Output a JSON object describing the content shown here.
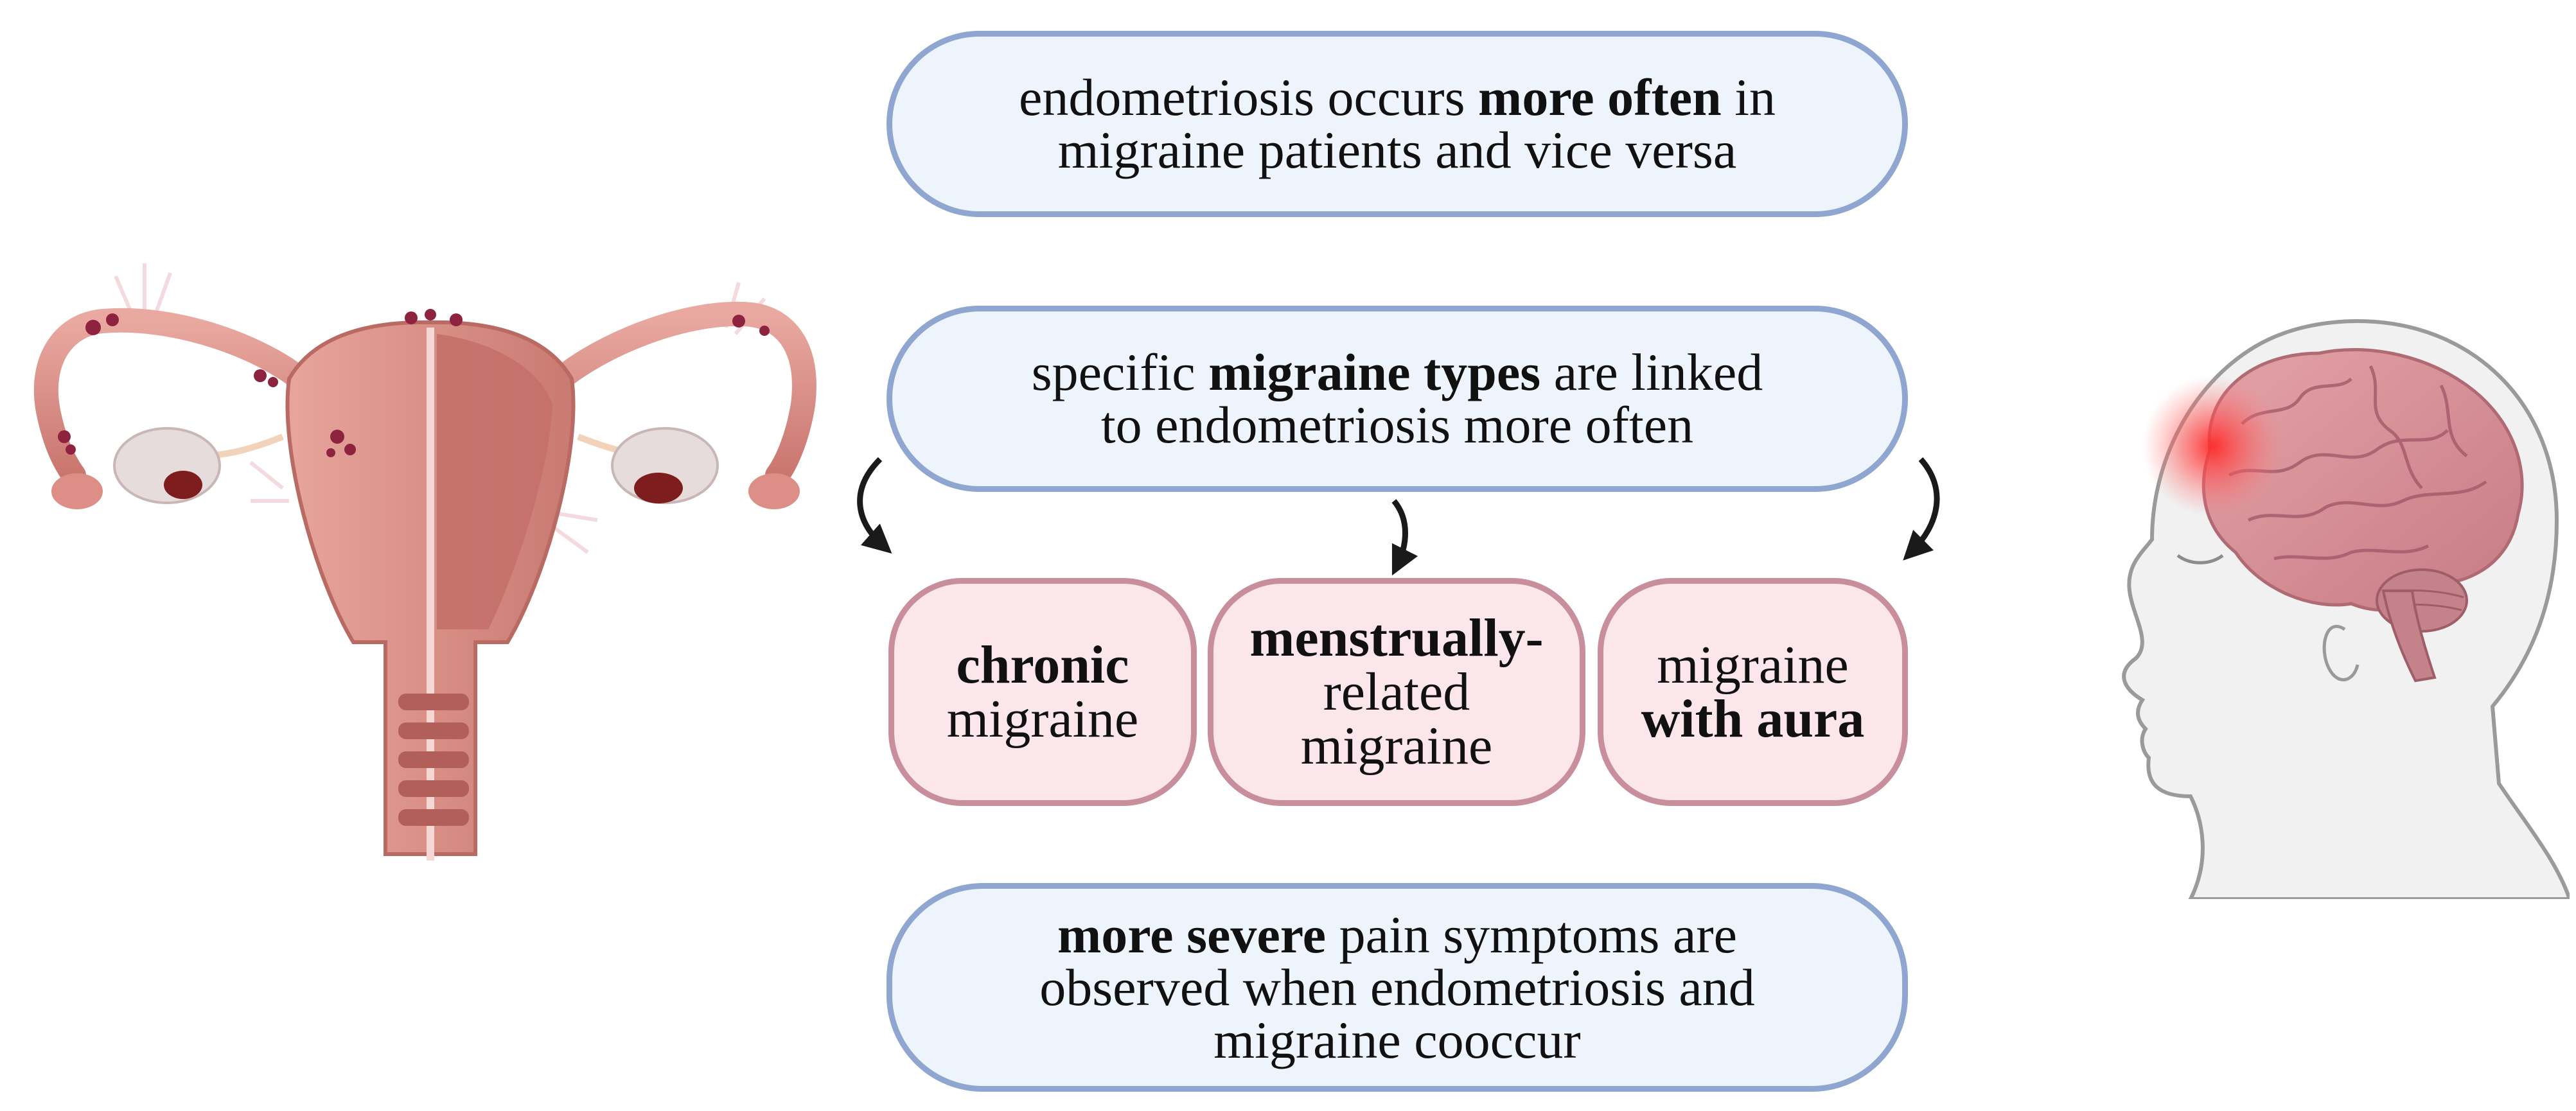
{
  "boxes": {
    "box1": {
      "line1": {
        "pre": "endometriosis occurs ",
        "bold": "more often",
        "post": " in"
      },
      "line2": "migraine patients and vice versa"
    },
    "box2": {
      "line1": {
        "pre": "specific ",
        "bold": "migraine types",
        "post": " are linked"
      },
      "line2": "to endometriosis more often"
    },
    "chronic": {
      "bold": "chronic",
      "line2": "migraine"
    },
    "menstrual": {
      "bold": "menstrually-",
      "line2": "related",
      "line3": "migraine"
    },
    "aura": {
      "line1": "migraine",
      "bold": "with aura"
    },
    "box3": {
      "line1": {
        "bold": "more severe",
        "post": " pain symptoms are"
      },
      "line2": "observed when endometriosis and",
      "line3": "migraine cooccur"
    }
  },
  "illustrations": {
    "left": "uterus-anatomy",
    "right": "head-with-brain-migraine"
  },
  "colors": {
    "blue_fill": "#eef4fb",
    "blue_border": "#8ea6d0",
    "pink_fill": "#fbe6ec",
    "pink_border": "#c98e9b",
    "arrow": "#1a1a1a",
    "migraine_glow": "#ff2a2a"
  }
}
